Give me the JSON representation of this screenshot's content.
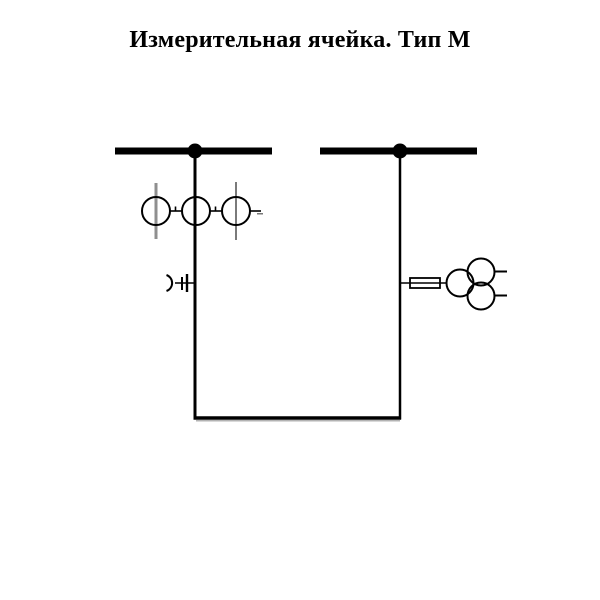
{
  "title": "Измерительная ячейка. Тип М",
  "colors": {
    "background": "#ffffff",
    "primary_line": "#000000",
    "secondary_line": "#8f8f8f",
    "shadow_line": "#9a9a9a"
  },
  "diagram": {
    "kind": "single-line electrical schematic",
    "buses": [
      {
        "name": "left-busbar",
        "orientation": "horizontal"
      },
      {
        "name": "right-busbar",
        "orientation": "horizontal"
      }
    ],
    "symbols": [
      {
        "name": "left-bus-connection-node",
        "meaning": "filled junction dot on left busbar"
      },
      {
        "name": "right-bus-connection-node",
        "meaning": "filled junction dot on right busbar"
      },
      {
        "name": "three-phase-voltage-transformer-group",
        "meaning": "three circles in a row with through-lines on left feeder"
      },
      {
        "name": "plug-in-disconnecting-contact",
        "meaning": "arc and double-bar withdrawable contact on left feeder"
      },
      {
        "name": "fuse",
        "meaning": "rectangle with line through it on right branch"
      },
      {
        "name": "three-winding-voltage-transformer",
        "meaning": "three overlapping circles with two secondary stubs"
      },
      {
        "name": "bottom-connecting-link",
        "meaning": "U-shaped connection between the two feeders"
      }
    ]
  }
}
